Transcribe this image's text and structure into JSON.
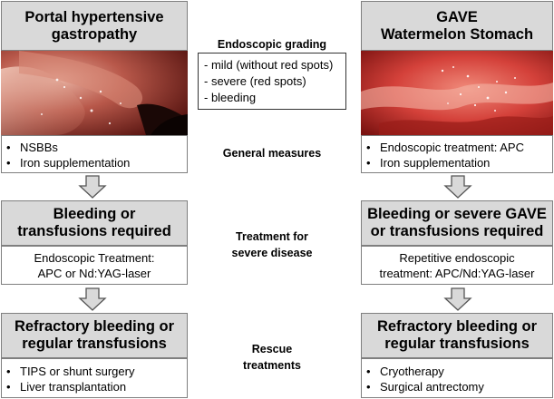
{
  "left": {
    "title_lines": [
      "Portal hypertensive",
      "gastropathy"
    ],
    "general_items": [
      "NSBBs",
      "Iron supplementation"
    ],
    "severe_lines": [
      "Bleeding or",
      "transfusions required"
    ],
    "treatment_lines": [
      "Endoscopic Treatment:",
      "APC or Nd:YAG-laser"
    ],
    "refractory_lines": [
      "Refractory bleeding or",
      "regular transfusions"
    ],
    "rescue_items": [
      "TIPS or shunt surgery",
      "Liver transplantation"
    ]
  },
  "right": {
    "title_lines": [
      "GAVE",
      "Watermelon Stomach"
    ],
    "general_items": [
      "Endoscopic treatment: APC",
      "Iron supplementation"
    ],
    "severe_lines": [
      "Bleeding or severe GAVE",
      "or transfusions required"
    ],
    "treatment_lines": [
      "Repetitive endoscopic",
      "treatment: APC/Nd:YAG-laser"
    ],
    "refractory_lines": [
      "Refractory bleeding or",
      "regular transfusions"
    ],
    "rescue_items": [
      "Cryotherapy",
      "Surgical antrectomy"
    ]
  },
  "center": {
    "grading_title": "Endoscopic grading",
    "grading_items": [
      "- mild (without red spots)",
      "- severe (red spots)",
      "- bleeding"
    ],
    "general_label": "General measures",
    "severe_label_lines": [
      "Treatment for",
      "severe disease"
    ],
    "rescue_label_lines": [
      "Rescue",
      "treatments"
    ]
  },
  "colors": {
    "header_fill": "#d9d9d9",
    "border": "#7f7f7f",
    "arrow_fill": "#d9d9d9"
  }
}
